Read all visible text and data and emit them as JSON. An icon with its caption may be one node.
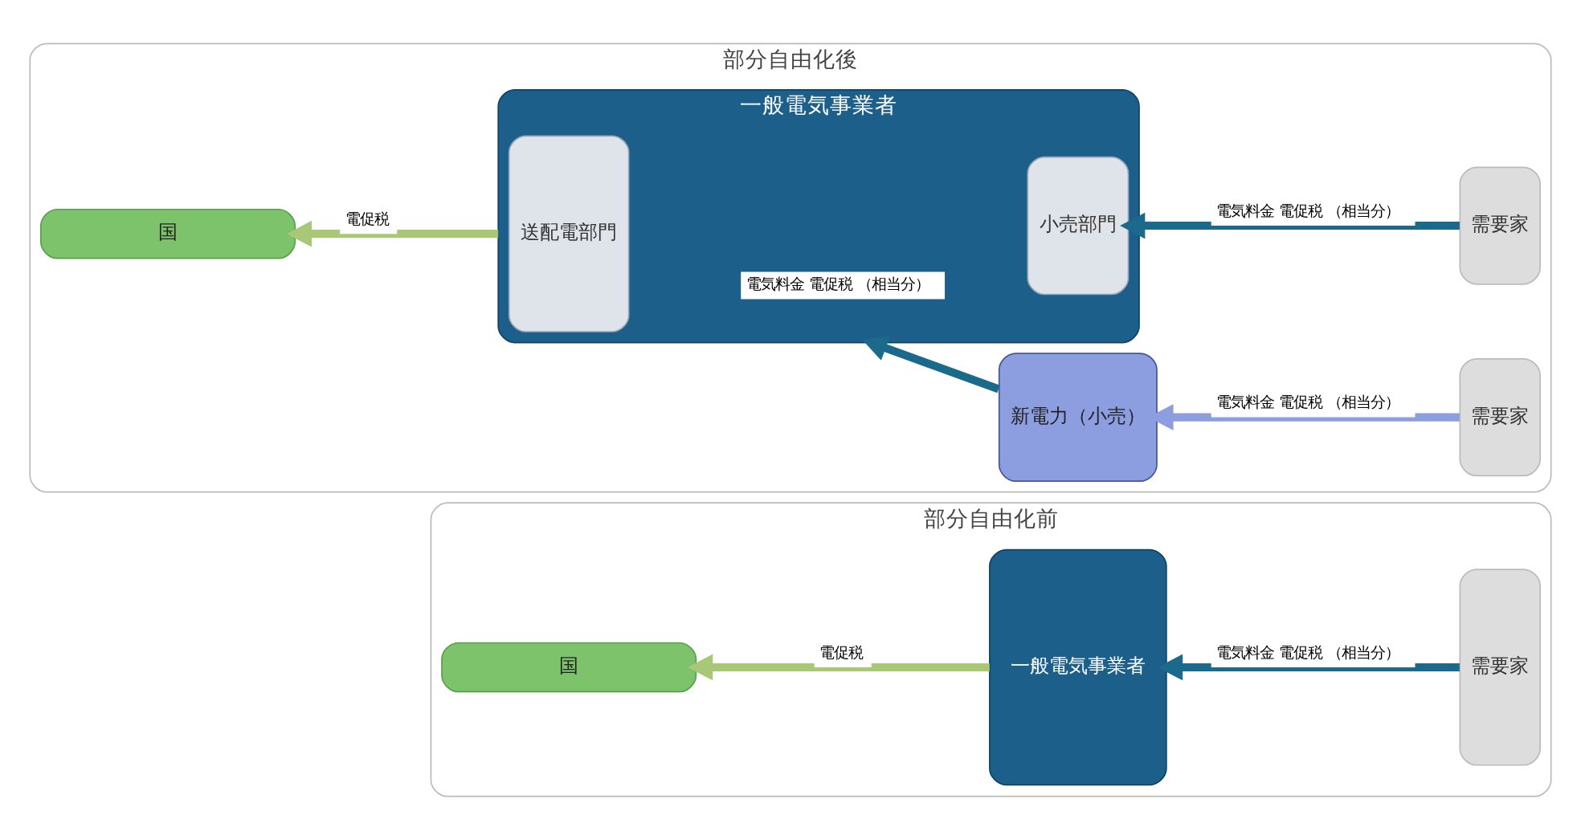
{
  "diagram": {
    "nodes": [
      {
        "text": [
          "部分自由化前"
        ]
      },
      {
        "text": [
          "一般電気事業者"
        ],
        "in": 0
      },
      {
        "text": [
          "需要家"
        ],
        "in": 0
      },
      {
        "text": [
          "国"
        ],
        "in": 0
      },
      {
        "text": [
          "部分自由化後"
        ]
      },
      {
        "text": [
          "一般電気事業者"
        ],
        "in": 4
      },
      {
        "text": [
          "送配電部門"
        ],
        "in": 5
      },
      {
        "text": [
          "小売部門"
        ],
        "in": 5
      },
      {
        "text": [
          "需要家"
        ],
        "in": 4
      },
      {
        "text": [
          "新電力（小売）"
        ],
        "in": 4
      },
      {
        "text": [
          "需要家"
        ],
        "in": 4
      },
      {
        "text": [
          "国"
        ],
        "in": 4
      }
    ],
    "edges": [
      {
        "from": 2,
        "to": 1,
        "arrow": "to",
        "label": "電気料金 電促税 （相当分）"
      },
      {
        "from": 1,
        "to": 3,
        "arrow": "to",
        "label": "電促税",
        "color": "#a8c878"
      },
      {
        "from": 8,
        "to": 7,
        "arrow": "to",
        "label": "電気料金 電促税 （相当分）"
      },
      {
        "from": 10,
        "to": 9,
        "arrow": "to",
        "label": "電気料金 電促税 （相当分）",
        "color": "#8c9ee0"
      },
      {
        "from": 9,
        "to": 5,
        "arrow": "to",
        "label": "電気料金 電促税 （相当分）"
      },
      {
        "from": 5,
        "to": 11,
        "arrow": "to",
        "label": "電促税",
        "color": "#a8c878"
      }
    ]
  }
}
